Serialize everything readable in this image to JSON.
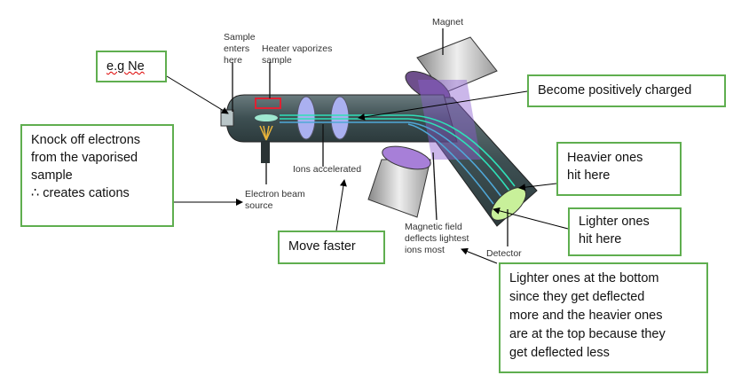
{
  "diagram_labels": {
    "sample_enters": [
      "Sample",
      "enters",
      "here"
    ],
    "heater": [
      "Heater vaporizes",
      "sample"
    ],
    "magnet": "Magnet",
    "ions_accelerated": "Ions accelerated",
    "electron_beam": [
      "Electron beam",
      "source"
    ],
    "magnetic_field": [
      "Magnetic field",
      "deflects lightest",
      "ions most"
    ],
    "detector": "Detector"
  },
  "annotations": {
    "eg_ne": "e.g Ne",
    "positively_charged": "Become positively charged",
    "knock_off": [
      "Knock off electrons",
      "from the vaporised",
      "sample",
      "∴ creates cations"
    ],
    "heavier": [
      "Heavier ones",
      "hit here"
    ],
    "lighter": [
      "Lighter ones",
      "hit here"
    ],
    "move_faster": "Move faster",
    "explanation": [
      "Lighter ones at the bottom",
      "since they get deflected",
      "more and the heavier ones",
      "are at the top because they",
      "get deflected less"
    ]
  },
  "colors": {
    "box_border": "#5fae4f",
    "tube": "#3d4f52",
    "beam": "#2fe0b8",
    "magnet_field": "#8b5fd0",
    "detector": "#c8f09a"
  }
}
